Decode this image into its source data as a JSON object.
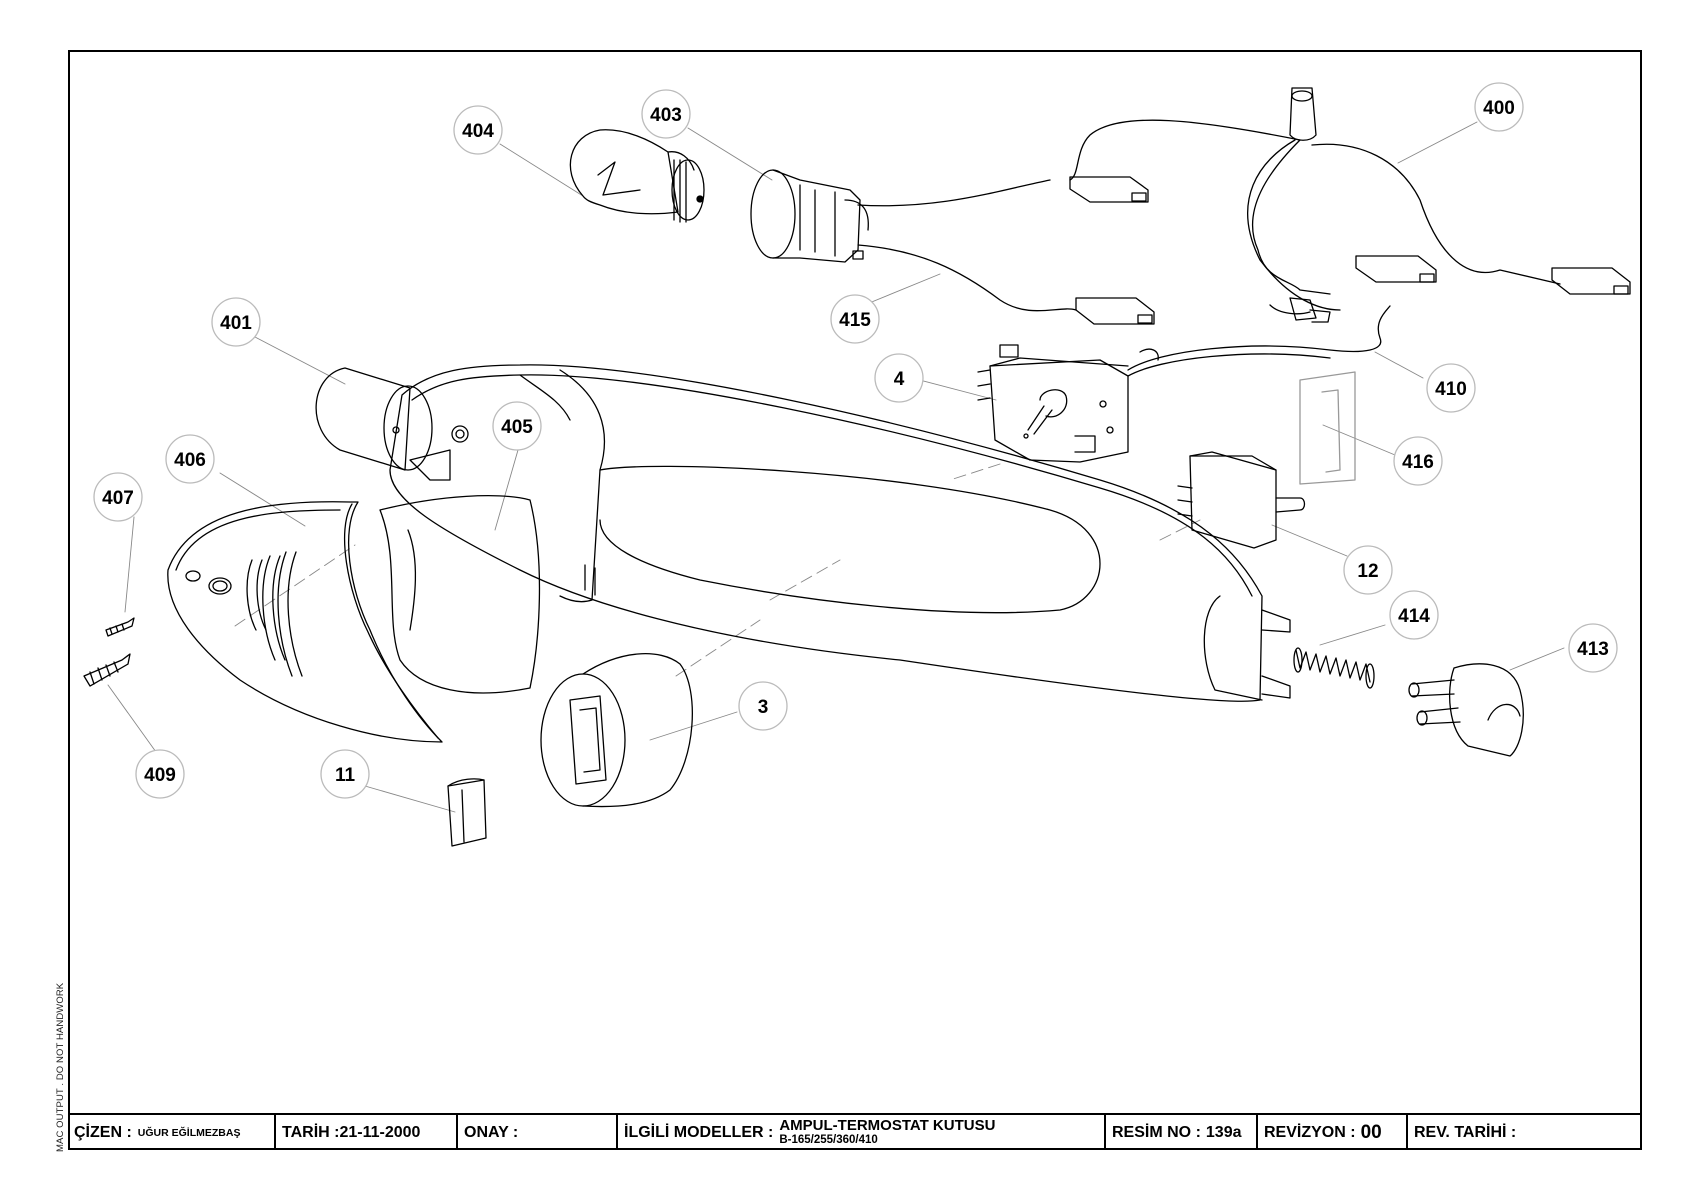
{
  "side_note": "MAC OUTPUT . DO NOT HANDWORK",
  "title_block": {
    "drawn_by_label": "ÇİZEN :",
    "drawn_by": "UĞUR EĞİLMEZBAŞ",
    "date_label": "TARİH :",
    "date": "21-11-2000",
    "approval_label": "ONAY :",
    "models_label": "İLGİLİ MODELLER :",
    "part_title": "AMPUL-TERMOSTAT KUTUSU",
    "models": "B-165/255/360/410",
    "drawing_no_label": "RESİM NO :",
    "drawing_no": "139a",
    "revision_label": "REVİZYON :",
    "revision": "00",
    "rev_date_label": "REV. TARİHİ :"
  },
  "part_callouts": [
    "404",
    "403",
    "400",
    "401",
    "415",
    "4",
    "410",
    "406",
    "405",
    "407",
    "416",
    "12",
    "414",
    "413",
    "3",
    "409",
    "11"
  ]
}
